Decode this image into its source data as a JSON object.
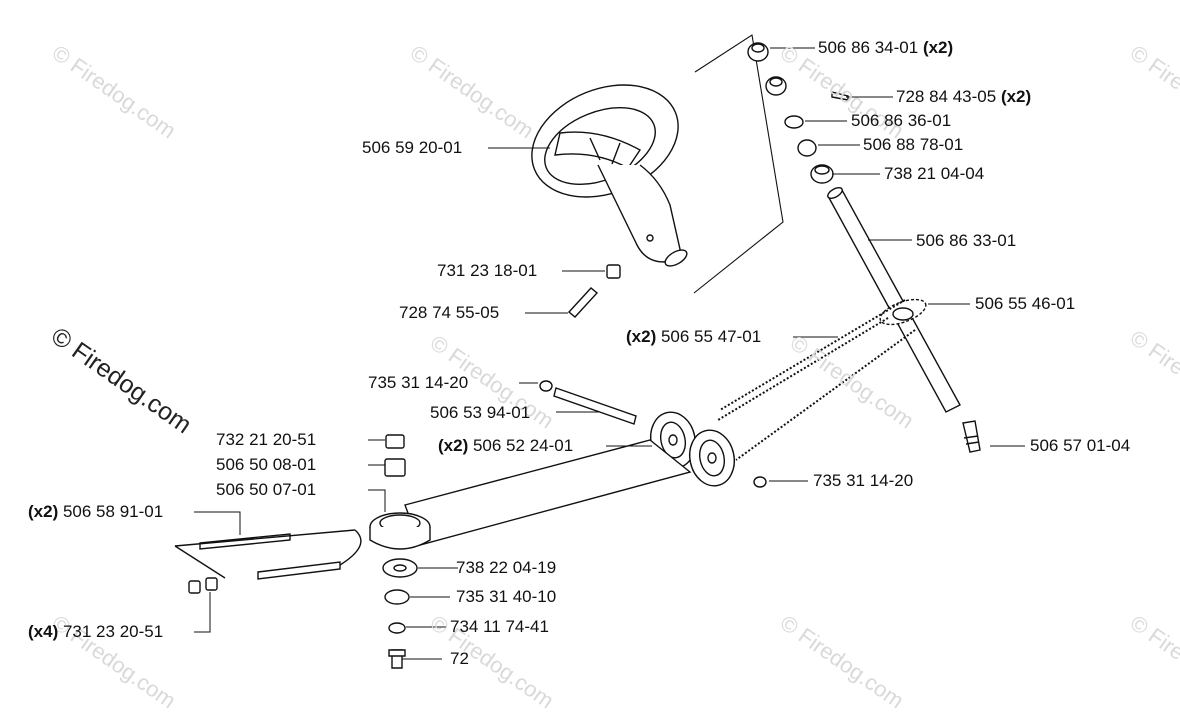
{
  "watermark": {
    "text": "© Firedog.com"
  },
  "labels": {
    "p01": "506 86 34-01",
    "p01q": "(x2)",
    "p02": "728 84 43-05",
    "p02q": "(x2)",
    "p03": "506 86 36-01",
    "p04": "506 88 78-01",
    "p05": "738 21 04-04",
    "p06": "506 59 20-01",
    "p07": "506 86 33-01",
    "p08": "731 23 18-01",
    "p09": "506 55 46-01",
    "p10": "728 74 55-05",
    "p11": "506 55 47-01",
    "p11q": "(x2)",
    "p12": "735 31 14-20",
    "p13": "506 53 94-01",
    "p14": "732 21 20-51",
    "p15": "506 52 24-01",
    "p15q": "(x2)",
    "p16": "506 57 01-04",
    "p17": "506 50 08-01",
    "p18": "735 31 14-20",
    "p19": "506 50 07-01",
    "p20": "506 58 91-01",
    "p20q": "(x2)",
    "p21": "738 22 04-19",
    "p22": "735 31 40-10",
    "p23": "734 11 74-41",
    "p24": "731 23 20-51",
    "p24q": "(x4)",
    "p25": "72"
  }
}
